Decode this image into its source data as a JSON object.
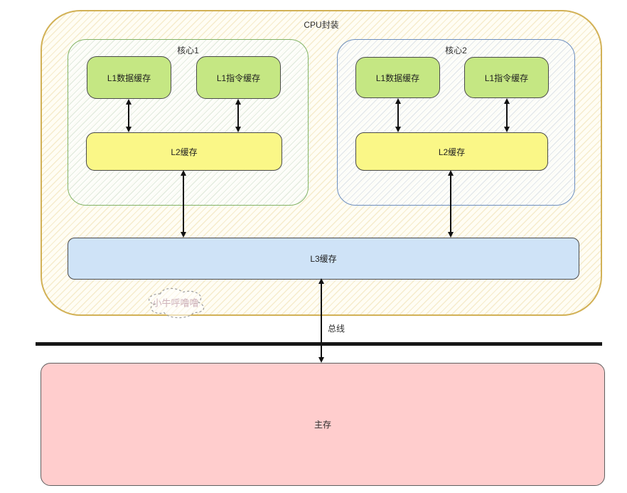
{
  "package": {
    "label": "CPU封装"
  },
  "cores": [
    {
      "label": "核心1",
      "l1_data_label": "L1数据缓存",
      "l1_inst_label": "L1指令缓存",
      "l2_label": "L2缓存"
    },
    {
      "label": "核心2",
      "l1_data_label": "L1数据缓存",
      "l1_inst_label": "L1指令缓存",
      "l2_label": "L2缓存"
    }
  ],
  "l3": {
    "label": "L3缓存"
  },
  "bus": {
    "label": "总线"
  },
  "main_memory": {
    "label": "主存"
  },
  "watermark": {
    "label": "小牛呼噜噜"
  },
  "colors": {
    "package_border": "#d2b156",
    "core1_border": "#82b366",
    "core2_border": "#6c8ebf",
    "l1_fill": "#c5e783",
    "l2_fill": "#faf787",
    "l3_fill": "#cfe3f7",
    "memory_fill": "#ffcdcd",
    "bus_line": "#161616"
  }
}
